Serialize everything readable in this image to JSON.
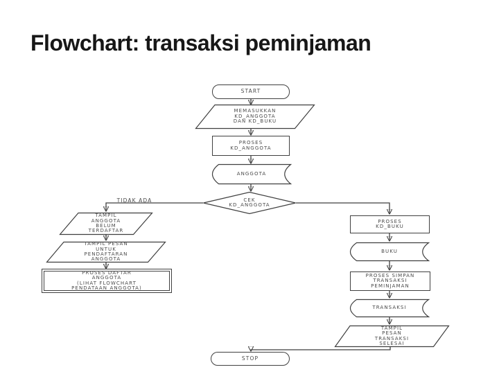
{
  "title": "Flowchart: transaksi peminjaman",
  "flowchart": {
    "nodes": {
      "start": {
        "type": "terminator",
        "label": "START"
      },
      "input_kode": {
        "type": "input-output",
        "label": "MEMASUKKAN\nKD_ANGGOTA\nDAN KD_BUKU"
      },
      "proses_kd_anggota": {
        "type": "process",
        "label": "PROSES\nKD_ANGGOTA"
      },
      "anggota": {
        "type": "stored-data",
        "label": "ANGGOTA"
      },
      "cek_kd_anggota": {
        "type": "decision",
        "label": "CEK\nKD_ANGGOTA"
      },
      "tampil_anggota_belum_terdaftar": {
        "type": "input-output",
        "label": "TAMPIL\nANGGOTA\nBELUM\nTERDAFTAR"
      },
      "tampil_pesan_pendaftaran": {
        "type": "input-output",
        "label": "TAMPIL PESAN\nUNTUK\nPENDAFTARAN\nANGGOTA"
      },
      "proses_daftar_anggota": {
        "type": "predefined-process",
        "label": "PROSES DAFTAR\nANGGOTA\n(LIHAT FLOWCHART\nPENDATAAN ANGGOTA)"
      },
      "proses_kd_buku": {
        "type": "process",
        "label": "PROSES\nKD_BUKU"
      },
      "buku": {
        "type": "stored-data",
        "label": "BUKU"
      },
      "proses_simpan_transaksi": {
        "type": "process",
        "label": "PROSES SIMPAN\nTRANSAKSI\nPEMINJAMAN"
      },
      "transaksi": {
        "type": "stored-data",
        "label": "TRANSAKSI"
      },
      "tampil_pesan_selesai": {
        "type": "input-output",
        "label": "TAMPIL\nPESAN\nTRANSAKSI\nSELESAI"
      },
      "stop": {
        "type": "terminator",
        "label": "STOP"
      }
    },
    "edge_labels": {
      "tidak_ada": "TIDAK ADA"
    },
    "colors": {
      "stroke": "#3f3f3f",
      "node_text": "#4a4a4a",
      "title_text": "#171717"
    }
  }
}
